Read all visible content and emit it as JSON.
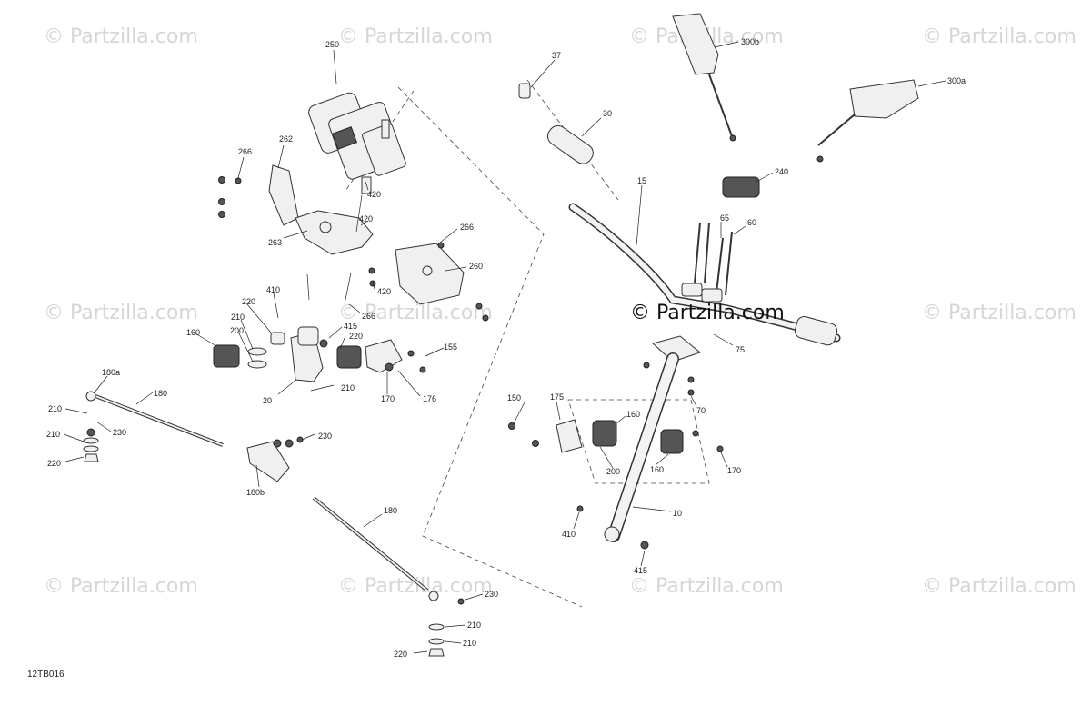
{
  "watermark": "© Partzilla.com",
  "diagram_code": "12TB016",
  "parts": {
    "p10": "10",
    "p15": "15",
    "p20": "20",
    "p30": "30",
    "p37": "37",
    "p60": "60",
    "p65": "65",
    "p70": "70",
    "p75": "75",
    "p150": "150",
    "p155": "155",
    "p160": "160",
    "p170": "170",
    "p175": "175",
    "p176": "176",
    "p180": "180",
    "p180a": "180a",
    "p180b": "180b",
    "p200": "200",
    "p210": "210",
    "p220": "220",
    "p230": "230",
    "p240": "240",
    "p250": "250",
    "p260": "260",
    "p262": "262",
    "p263": "263",
    "p266": "266",
    "p300a": "300a",
    "p300b": "300b",
    "p410": "410",
    "p415": "415",
    "p420": "420"
  }
}
